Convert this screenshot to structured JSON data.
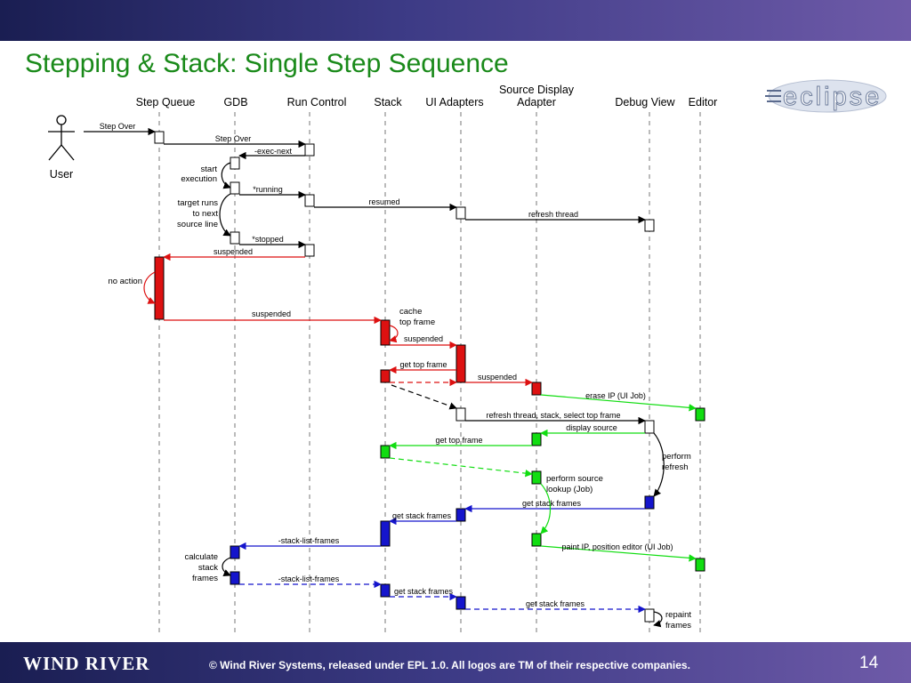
{
  "slide": {
    "title": "Stepping & Stack: Single Step Sequence",
    "page_number": "14",
    "footer": "© Wind River Systems, released under EPL 1.0.  All logos are TM of their respective companies.",
    "brand": "WIND RIVER",
    "logo": "eclipse"
  },
  "colors": {
    "title": "#1a8a1a",
    "band": "#2e2e75",
    "red": "#dd1111",
    "green": "#11dd11",
    "blue": "#1515cc",
    "black": "#000000"
  },
  "diagram": {
    "actor": {
      "label": "User",
      "icon": "stick-figure-icon"
    },
    "lanes": [
      {
        "id": "queue",
        "label": "Step Queue"
      },
      {
        "id": "gdb",
        "label": "GDB"
      },
      {
        "id": "run",
        "label": "Run Control"
      },
      {
        "id": "stack",
        "label": "Stack"
      },
      {
        "id": "ui",
        "label": "UI Adapters"
      },
      {
        "id": "src",
        "label": [
          "Source Display",
          "Adapter"
        ]
      },
      {
        "id": "debug",
        "label": "Debug View"
      },
      {
        "id": "editor",
        "label": "Editor"
      }
    ],
    "messages": [
      {
        "from": "user",
        "to": "queue",
        "label": "Step Over",
        "color": "black"
      },
      {
        "from": "queue",
        "to": "run",
        "label": "Step Over",
        "color": "black"
      },
      {
        "from": "run",
        "to": "gdb",
        "label": "-exec-next",
        "color": "black"
      },
      {
        "from": "gdb",
        "to": "run",
        "label": "*running",
        "color": "black"
      },
      {
        "from": "run",
        "to": "ui",
        "label": "resumed",
        "color": "black"
      },
      {
        "from": "ui",
        "to": "debug",
        "label": "refresh thread",
        "color": "black"
      },
      {
        "from": "gdb",
        "to": "run",
        "label": "*stopped",
        "color": "black"
      },
      {
        "from": "run",
        "to": "queue",
        "label": "suspended",
        "color": "red"
      },
      {
        "from": "queue",
        "to": "stack",
        "label": "suspended",
        "color": "red"
      },
      {
        "from": "stack",
        "to": "ui",
        "label": "suspended",
        "color": "red"
      },
      {
        "from": "ui",
        "to": "stack",
        "label": "get top frame",
        "color": "red"
      },
      {
        "from": "stack",
        "to": "ui",
        "label": "",
        "color": "red",
        "dashed": true
      },
      {
        "from": "ui",
        "to": "src",
        "label": "suspended",
        "color": "red"
      },
      {
        "from": "src",
        "to": "editor",
        "label": "erase IP (UI Job)",
        "color": "green"
      },
      {
        "from": "stack",
        "to": "ui",
        "label": "",
        "color": "black",
        "dashed": true
      },
      {
        "from": "ui",
        "to": "debug",
        "label": "refresh thread, stack, select top frame",
        "color": "black"
      },
      {
        "from": "debug",
        "to": "src",
        "label": "display source",
        "color": "green"
      },
      {
        "from": "src",
        "to": "stack",
        "label": "get top frame",
        "color": "green"
      },
      {
        "from": "stack",
        "to": "src",
        "label": "",
        "color": "green",
        "dashed": true
      },
      {
        "from": "debug",
        "to": "ui",
        "label": "get stack frames",
        "color": "blue"
      },
      {
        "from": "ui",
        "to": "stack",
        "label": "get stack frames",
        "color": "blue"
      },
      {
        "from": "stack",
        "to": "gdb",
        "label": "-stack-list-frames",
        "color": "blue"
      },
      {
        "from": "src",
        "to": "editor",
        "label": "paint IP, position editor (UI Job)",
        "color": "green"
      },
      {
        "from": "gdb",
        "to": "stack",
        "label": "-stack-list-frames",
        "color": "blue",
        "dashed": true
      },
      {
        "from": "stack",
        "to": "ui",
        "label": "get stack frames",
        "color": "blue",
        "dashed": true
      },
      {
        "from": "ui",
        "to": "debug",
        "label": "get stack frames",
        "color": "blue",
        "dashed": true
      }
    ],
    "notes": [
      {
        "lines": [
          "start",
          "execution"
        ]
      },
      {
        "lines": [
          "target runs",
          "to next",
          "source line"
        ]
      },
      {
        "lines": [
          "no action"
        ]
      },
      {
        "lines": [
          "cache",
          "top frame"
        ]
      },
      {
        "lines": [
          "perform",
          "refresh"
        ]
      },
      {
        "lines": [
          "perform source",
          "lookup (Job)"
        ]
      },
      {
        "lines": [
          "calculate",
          "stack",
          "frames"
        ]
      },
      {
        "lines": [
          "repaint",
          "frames"
        ]
      }
    ]
  }
}
